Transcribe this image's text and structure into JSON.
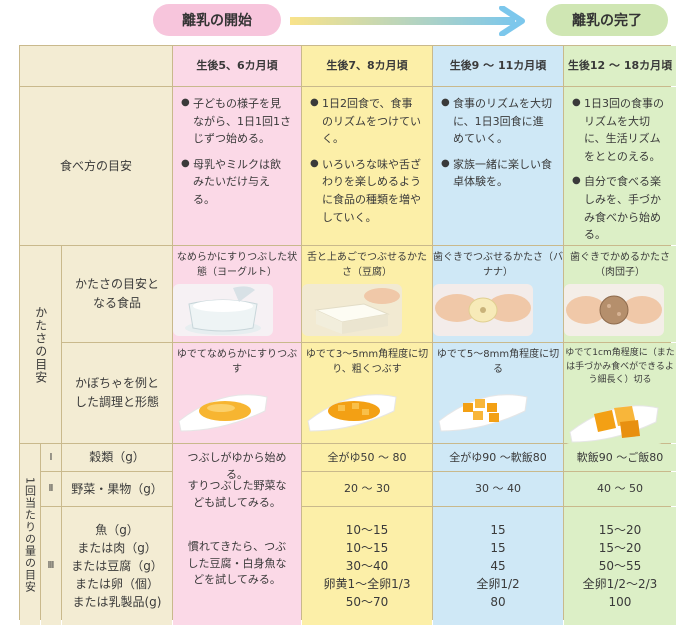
{
  "header": {
    "start": "離乳の開始",
    "end": "離乳の完了"
  },
  "columns": [
    "生後5、6カ月頃",
    "生後7、8カ月頃",
    "生後9 ～ 11カ月頃",
    "生後12 ～ 18カ月頃"
  ],
  "eating_guide": {
    "label": "食べ方の目安",
    "cells": [
      [
        "子どもの様子を見ながら、1日1回1さじずつ始める。",
        "母乳やミルクは飲みたいだけ与える。"
      ],
      [
        "1日2回食で、食事のリズムをつけていく。",
        "いろいろな味や舌ざわりを楽しめるように食品の種類を増やしていく。"
      ],
      [
        "食事のリズムを大切に、1日3回食に進めていく。",
        "家族一緒に楽しい食卓体験を。"
      ],
      [
        "1日3回の食事のリズムを大切に、生活リズムをととのえる。",
        "自分で食べる楽しみを、手づかみ食べから始める。"
      ]
    ]
  },
  "hardness": {
    "group_label": "かたさの目安",
    "food_label": "かたさの目安となる食品",
    "food_cells": [
      "なめらかにすりつぶした状態（ヨーグルト）",
      "舌と上あごでつぶせるかたさ（豆腐）",
      "歯ぐきでつぶせるかたさ（バナナ）",
      "歯ぐきでかめるかたさ（肉団子）"
    ],
    "pumpkin_label": "かぼちゃを例とした調理と形態",
    "pumpkin_cells": [
      "ゆでてなめらかにすりつぶす",
      "ゆでて3～5mm角程度に切り、粗くつぶす",
      "ゆでて5～8mm角程度に切る",
      "ゆでて1cm角程度に（または手づかみ食べができるよう細長く）切る"
    ]
  },
  "amount": {
    "group_label": "1回当たりの量の目安",
    "roman": [
      "Ⅰ",
      "Ⅱ",
      "Ⅲ"
    ],
    "labels": [
      "穀類（g）",
      "野菜・果物（g）"
    ],
    "protein_labels": [
      "魚（g）",
      "または肉（g）",
      "または豆腐（g）",
      "または卵（個）",
      "または乳製品(g)"
    ],
    "first_col": [
      "つぶしがゆから始める。",
      "すりつぶした野菜なども試してみる。",
      "慣れてきたら、つぶした豆腐・白身魚などを試してみる。"
    ],
    "grain": [
      "全がゆ50 ～ 80",
      "全がゆ90 ～軟飯80",
      "軟飯90 ～ご飯80"
    ],
    "veg": [
      "20 ～ 30",
      "30 ～ 40",
      "40 ～ 50"
    ],
    "protein": [
      [
        "10～15",
        "10～15",
        "30～40",
        "卵黄1～全卵1/3",
        "50～70"
      ],
      [
        "15",
        "15",
        "45",
        "全卵1/2",
        "80"
      ],
      [
        "15～20",
        "15～20",
        "50～55",
        "全卵1/2～2/3",
        "100"
      ]
    ]
  }
}
